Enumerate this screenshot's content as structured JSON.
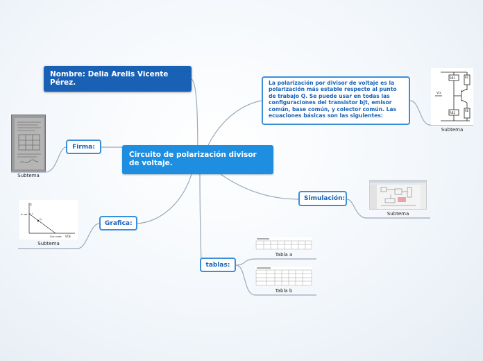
{
  "central": {
    "title": "Circuito de polarización divisor de voltaje."
  },
  "author": {
    "label": "Nombre: Delia Arelis Vicente Pérez."
  },
  "nodes": {
    "firma": "Firma:",
    "grafica": "Grafica:",
    "simulacion": "Simulación:",
    "tablas": "tablas:"
  },
  "description": "La polarización por divisor de voltaje es la polarización más estable respecto al punto de trabajo Q. Se puede usar en todas las configuraciones del transistor bjt, emisor común, base común, y colector común. Las ecuaciones básicas son las siguientes:",
  "captions": {
    "firma_image": "Subtema",
    "grafica_image": "Subtema",
    "description_image": "Subtema",
    "simulacion_image": "Subtema",
    "tabla_a": "Tabla a",
    "tabla_b": "Tabla b"
  },
  "circuit_labels": {
    "rb1": "RB1",
    "rb2": "RB2",
    "vcc": "Vcc",
    "rc": "RC",
    "re": "RE"
  },
  "graph_labels": {
    "ic": "Ic",
    "icsat": "Ic sat",
    "vce": "VCE",
    "q": "Q",
    "vce_cut": "Vce corte"
  },
  "colors": {
    "central": "#1e8fe0",
    "author": "#1961b5",
    "border": "#3a8fdb",
    "link": "#9aa9bb"
  }
}
